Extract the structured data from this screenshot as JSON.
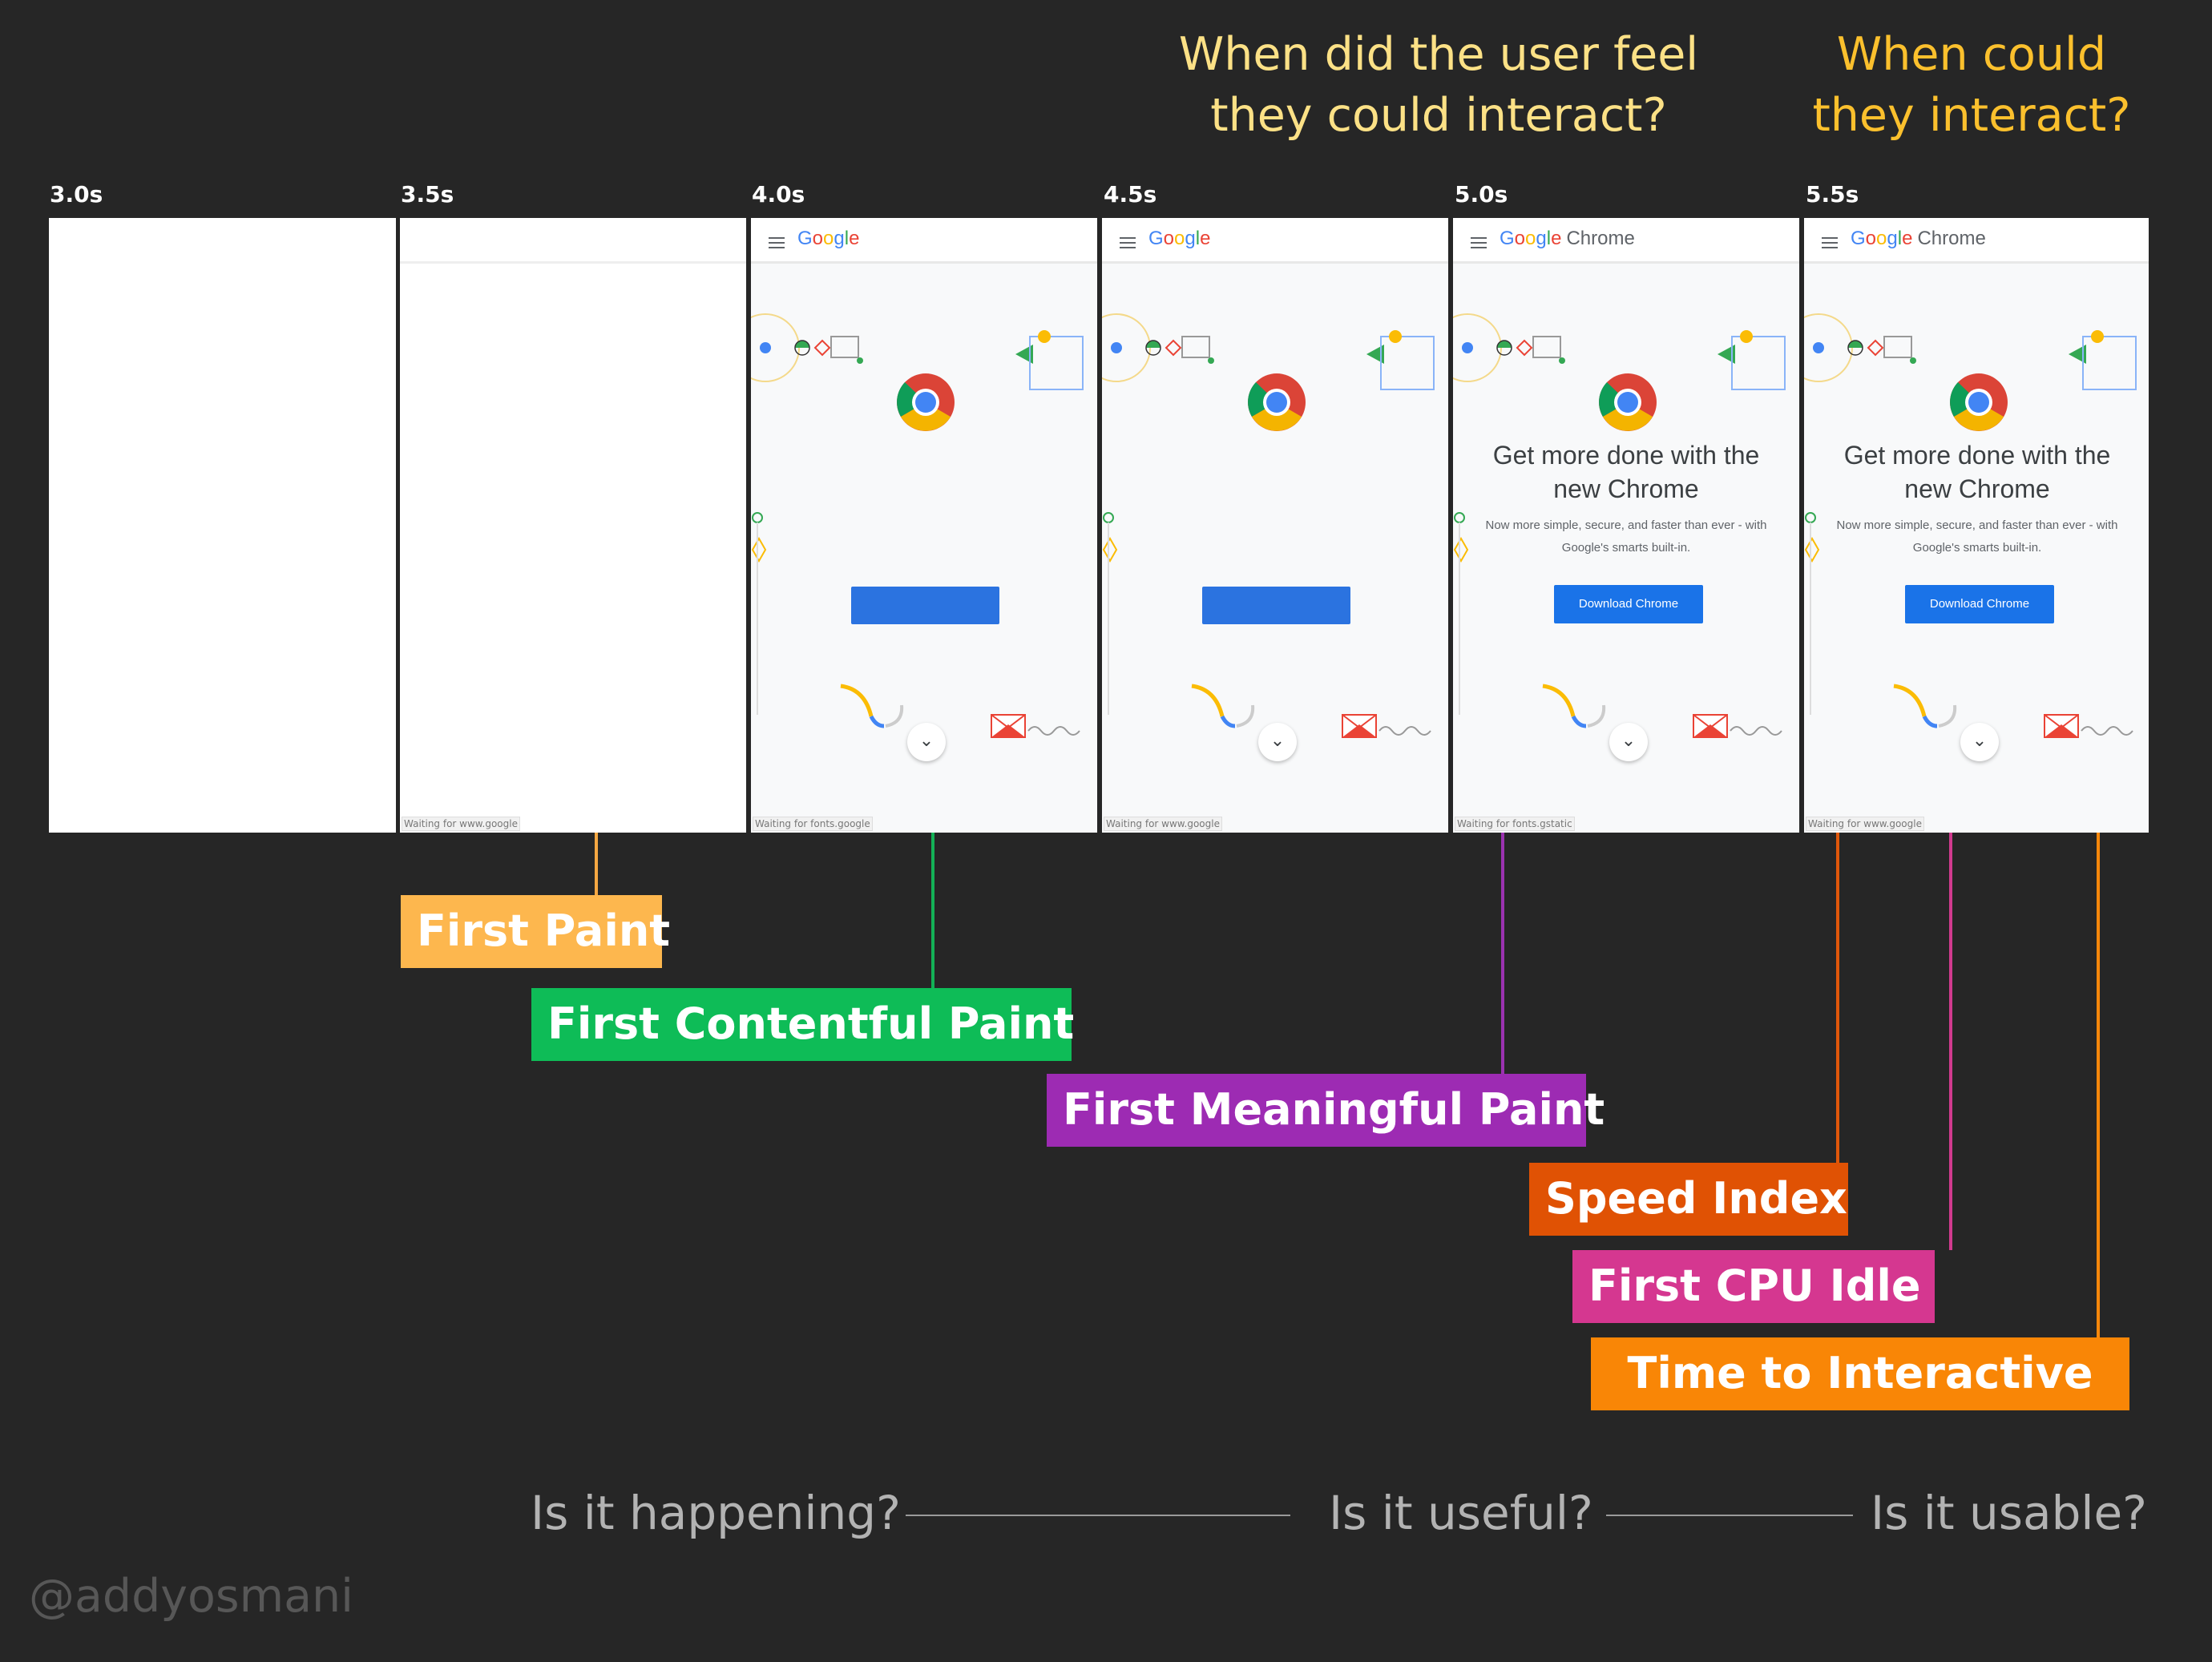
{
  "questions": {
    "feel": "When did the user feel they could interact?",
    "could": "When could they interact?"
  },
  "filmstrip": [
    {
      "time": "3.0s",
      "state": "blank",
      "status": ""
    },
    {
      "time": "3.5s",
      "state": "blank",
      "status": "Waiting for www.google"
    },
    {
      "time": "4.0s",
      "state": "partial",
      "brand": "Google",
      "product": "",
      "status": "Waiting for fonts.google"
    },
    {
      "time": "4.5s",
      "state": "partial",
      "brand": "Google",
      "product": "",
      "status": "Waiting for www.google"
    },
    {
      "time": "5.0s",
      "state": "full",
      "brand": "Google",
      "product": "Chrome",
      "status": "Waiting for fonts.gstatic"
    },
    {
      "time": "5.5s",
      "state": "full",
      "brand": "Google",
      "product": "Chrome",
      "status": "Waiting for www.google"
    }
  ],
  "page_content": {
    "headline": "Get more done with the new Chrome",
    "subline": "Now more simple, secure, and faster than ever - with Google's smarts built-in.",
    "button": "Download Chrome"
  },
  "metrics": [
    {
      "label": "First Paint",
      "color": "#fdb74e",
      "line_color": "#f5a742"
    },
    {
      "label": "First Contentful Paint",
      "color": "#0ebc57",
      "line_color": "#13b156"
    },
    {
      "label": "First Meaningful Paint",
      "color": "#9d2bb3",
      "line_color": "#9b32b0"
    },
    {
      "label": "Speed Index",
      "color": "#e05204",
      "line_color": "#e0570a"
    },
    {
      "label": "First CPU Idle",
      "color": "#d53790",
      "line_color": "#d13a8e"
    },
    {
      "label": "Time to Interactive",
      "color": "#f98606",
      "line_color": "#f7870b"
    }
  ],
  "stages": [
    "Is it happening?",
    "Is it useful?",
    "Is it usable?"
  ],
  "handle": "@addyosmani",
  "colors": {
    "background": "#262626",
    "question_light": "#fce186",
    "question_gold": "#fbc02d",
    "stage_text": "#b3b3b3",
    "handle_text": "#575757"
  }
}
